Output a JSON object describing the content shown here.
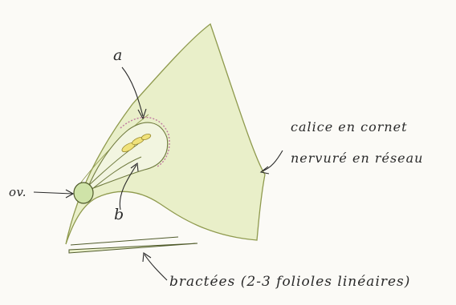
{
  "labels": {
    "a": "a",
    "b": "b",
    "ovary": "ov.",
    "calyx_line1": "calice en cornet",
    "calyx_line2": "nervuré en réseau",
    "bracts": "bractées (2-3 folioles linéaires)"
  },
  "colors": {
    "calyx_fill": "#e9efc9",
    "calyx_outline": "#8f9a4e",
    "ink": "#2a2a2a",
    "petal_edge": "#c07aa0",
    "stamen_yellow": "#f0e27a",
    "ovary_fill": "#cfe3a8"
  }
}
